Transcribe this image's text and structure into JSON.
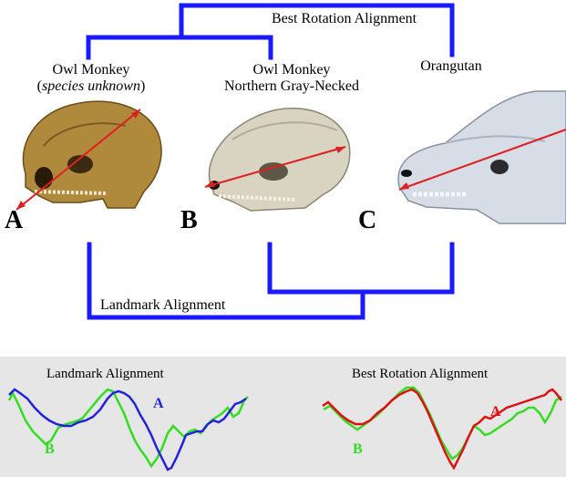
{
  "top_dendrogram": {
    "title": "Best Rotation Alignment",
    "line_color": "#1a1aff"
  },
  "specimens": [
    {
      "letter": "A",
      "name": "Owl Monkey",
      "name_line2_prefix": "(",
      "name_line2_italic": "species unknown",
      "name_line2_suffix": ")",
      "bone_color": "#b08a3c"
    },
    {
      "letter": "B",
      "name": "Owl Monkey",
      "name_line2": "Northern Gray-Necked",
      "bone_color": "#d9d3c2"
    },
    {
      "letter": "C",
      "name": "Orangutan",
      "bone_color": "#d7dde6"
    }
  ],
  "bottom_dendrogram": {
    "title": "Landmark Alignment",
    "line_color": "#1a1aff"
  },
  "arrow_color": "#e02020",
  "panels": {
    "background": "#e6e6e6",
    "left": {
      "title": "Landmark Alignment",
      "series_a_label": "A",
      "series_b_label": "B",
      "series_a_color": "#2222dd",
      "series_b_color": "#33dd22"
    },
    "right": {
      "title": "Best Rotation Alignment",
      "series_a_label": "A",
      "series_b_label": "B",
      "series_a_color": "#dd1111",
      "series_b_color": "#33dd22"
    }
  }
}
